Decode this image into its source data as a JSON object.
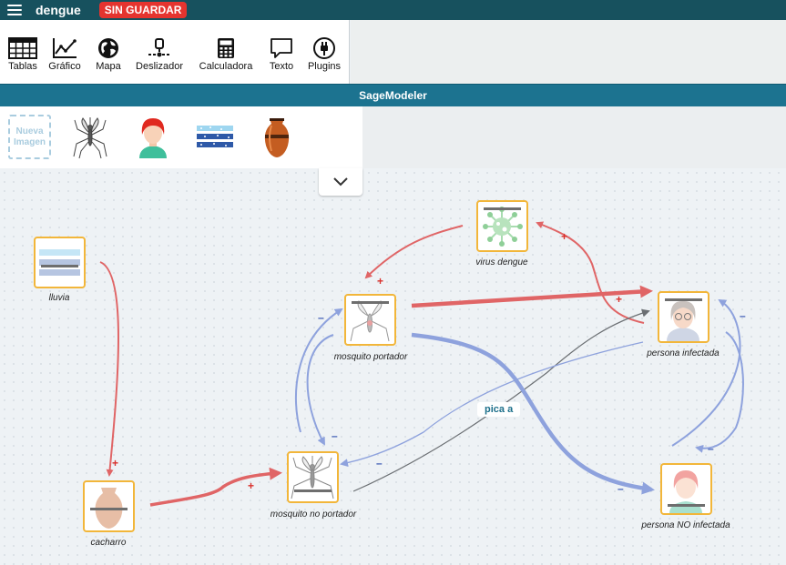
{
  "topbar": {
    "document_title": "dengue",
    "unsaved_badge": "SIN GUARDAR"
  },
  "toolbar": {
    "tools": [
      {
        "label": "Tablas",
        "icon": "table-icon"
      },
      {
        "label": "Gráfico",
        "icon": "chart-icon"
      },
      {
        "label": "Mapa",
        "icon": "globe-icon"
      },
      {
        "label": "Deslizador",
        "icon": "slider-icon"
      },
      {
        "label": "Calculadora",
        "icon": "calculator-icon"
      },
      {
        "label": "Texto",
        "icon": "speech-bubble-icon"
      },
      {
        "label": "Plugins",
        "icon": "plug-icon"
      }
    ]
  },
  "sagemodeler": {
    "title": "SageModeler",
    "palette": {
      "new_image_label": "Nueva Imagen",
      "items": [
        "mosquito-image",
        "person-red-hair-image",
        "rain-image",
        "vase-image"
      ]
    }
  },
  "nodes": [
    {
      "id": "lluvia",
      "label": "lluvia"
    },
    {
      "id": "cacharro",
      "label": "cacharro"
    },
    {
      "id": "mosquito_portador",
      "label": "mosquito portador"
    },
    {
      "id": "mosquito_no_portador",
      "label": "mosquito no portador"
    },
    {
      "id": "virus_dengue",
      "label": "virus dengue"
    },
    {
      "id": "persona_infectada",
      "label": "persona infectada"
    },
    {
      "id": "persona_no_infectada",
      "label": "persona NO infectada"
    }
  ],
  "links": {
    "label_pica": "pica a",
    "plus": "+",
    "minus": "–"
  },
  "colors": {
    "topbar": "#17515e",
    "header": "#1c7390",
    "increase": "#e06566",
    "decrease": "#8ea2dd",
    "node_border": "#f2b63a",
    "badge": "#e5342f"
  }
}
